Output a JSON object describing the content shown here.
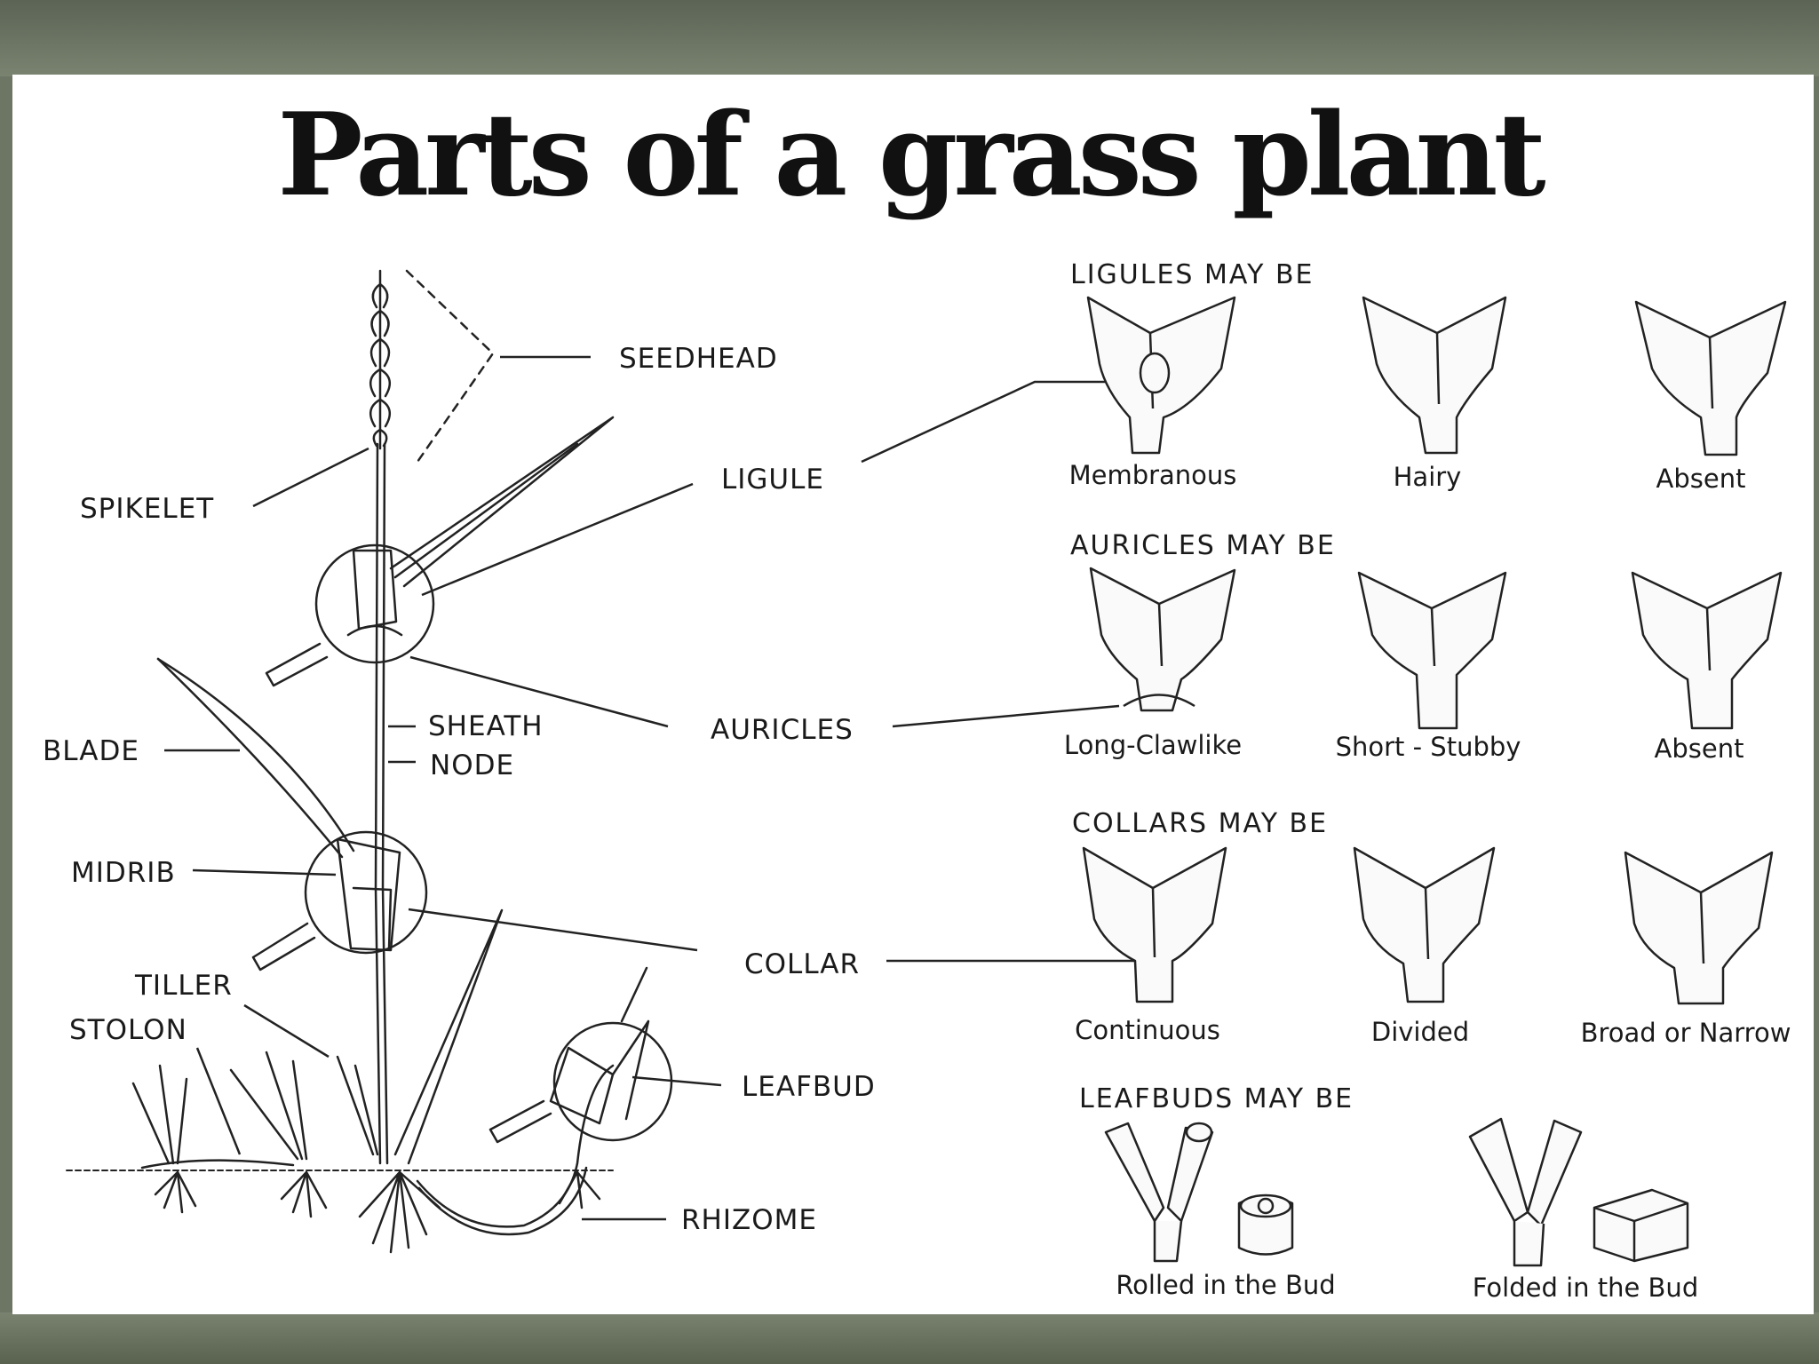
{
  "title": "Parts of a grass plant",
  "plant_labels": {
    "seedhead": "SEEDHEAD",
    "spikelet": "SPIKELET",
    "ligule": "LIGULE",
    "blade": "BLADE",
    "sheath": "SHEATH",
    "node": "NODE",
    "auricles": "AURICLES",
    "midrib": "MIDRIB",
    "collar": "COLLAR",
    "tiller": "TILLER",
    "stolon": "STOLON",
    "leafbud": "LEAFBUD",
    "rhizome": "RHIZOME"
  },
  "sections": {
    "ligules": {
      "heading": "LIGULES MAY BE",
      "types": [
        "Membranous",
        "Hairy",
        "Absent"
      ]
    },
    "auricles": {
      "heading": "AURICLES MAY BE",
      "types": [
        "Long-Clawlike",
        "Short - Stubby",
        "Absent"
      ]
    },
    "collars": {
      "heading": "COLLARS MAY BE",
      "types": [
        "Continuous",
        "Divided",
        "Broad or Narrow"
      ]
    },
    "leafbuds": {
      "heading": "LEAFBUDS MAY BE",
      "types": [
        "Rolled in the Bud",
        "Folded in the Bud"
      ]
    }
  }
}
